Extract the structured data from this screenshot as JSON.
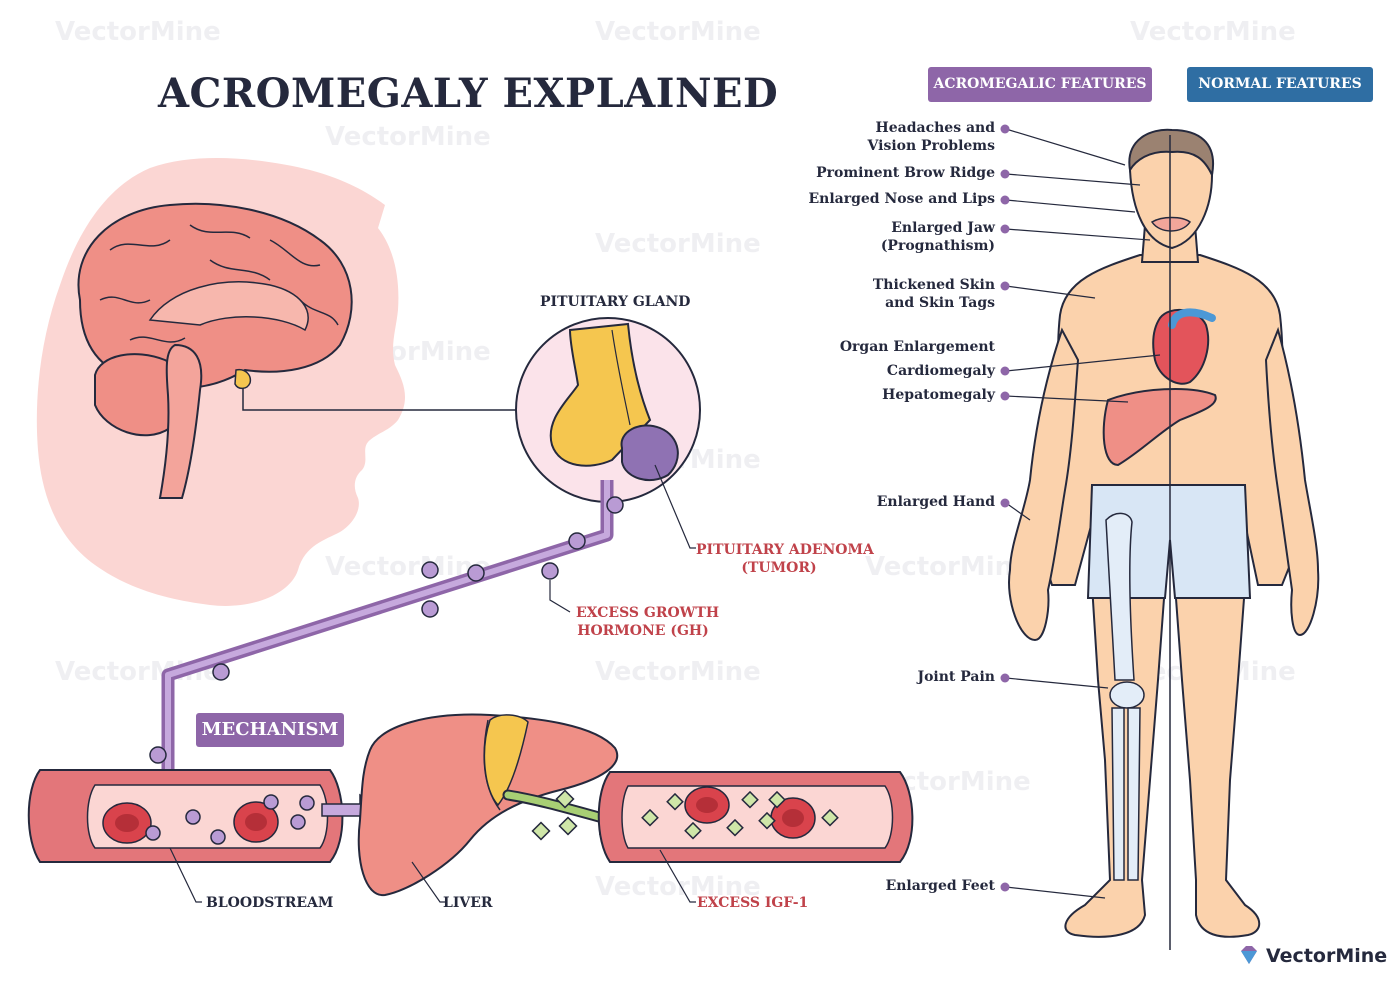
{
  "title": "ACROMEGALY EXPLAINED",
  "tags": {
    "acromegalic": "ACROMEGALIC FEATURES",
    "normal": "NORMAL FEATURES"
  },
  "mechanism": {
    "badge": "MECHANISM",
    "pituitary_gland": "PITUITARY GLAND",
    "adenoma_line1": "PITUITARY ADENOMA",
    "adenoma_line2": "(TUMOR)",
    "gh_line1": "EXCESS GROWTH",
    "gh_line2": "HORMONE (GH)",
    "bloodstream": "BLOODSTREAM",
    "liver": "LIVER",
    "igf": "EXCESS IGF-1"
  },
  "features": [
    {
      "line1": "Headaches and",
      "line2": "Vision Problems"
    },
    {
      "line1": "Prominent Brow Ridge",
      "line2": ""
    },
    {
      "line1": "Enlarged Nose and Lips",
      "line2": ""
    },
    {
      "line1": "Enlarged Jaw",
      "line2": "(Prognathism)"
    },
    {
      "line1": "Thickened Skin",
      "line2": "and Skin Tags"
    },
    {
      "line1": "Organ Enlargement",
      "line2": ""
    },
    {
      "line1": "Cardiomegaly",
      "line2": ""
    },
    {
      "line1": "Hepatomegaly",
      "line2": ""
    },
    {
      "line1": "Enlarged Hand",
      "line2": ""
    },
    {
      "line1": "Joint Pain",
      "line2": ""
    },
    {
      "line1": "Enlarged Feet",
      "line2": ""
    }
  ],
  "watermark": "VectorMine",
  "logo": "VectorMine",
  "colors": {
    "purple": "#8e66a8",
    "blue": "#2f6ea3",
    "red_text": "#c0424a",
    "dark": "#25293d",
    "skin": "#fbd2ac",
    "vessel": "#e3767a"
  }
}
